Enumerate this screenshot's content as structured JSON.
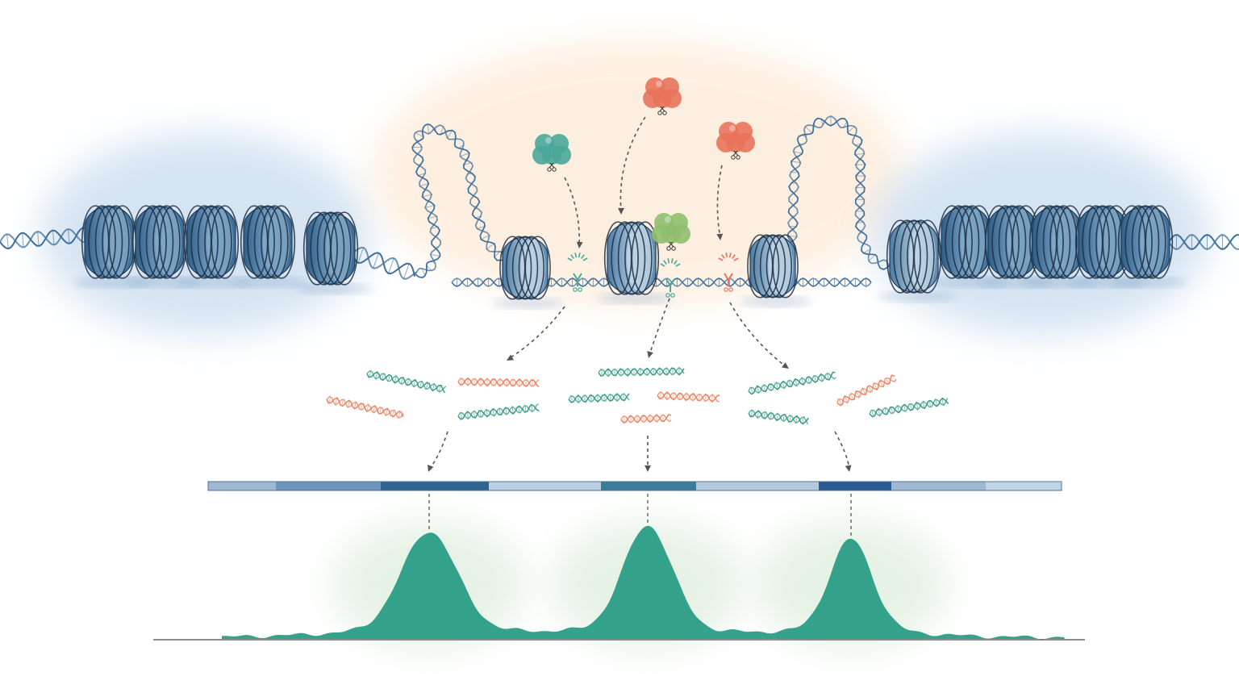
{
  "diagram": {
    "type": "chromatin-accessibility-illustration",
    "text_labels": [],
    "colors": {
      "background": "#ffffff",
      "nucleosome": "#5b86a8",
      "nucleosome_dark": "#3a648a",
      "dna": "#3f6f9a",
      "closed_chromatin_wash": "#c9dcee",
      "open_region_wash": "#fde9d4",
      "enzyme_green": "#4aa79a",
      "enzyme_orange": "#e8735a",
      "enzyme_lightgreen": "#8fbf6e",
      "fragment_green": "#3a9a88",
      "fragment_orange": "#e8825f",
      "peak_fill": "#2a9d86",
      "peak_halo": "#dfeede",
      "arrow": "#555555",
      "baseline": "#666666"
    },
    "icons": [
      "nucleosome-icon",
      "dna-helix-icon",
      "transposase-icon",
      "scissors-icon",
      "dna-fragment-icon",
      "arrow-icon"
    ],
    "closed_regions": [
      {
        "side": "left",
        "nucleosome_count": 5
      },
      {
        "side": "right",
        "nucleosome_count": 6
      }
    ],
    "open_region": {
      "nucleosome_count": 3,
      "dna_loops": 2
    },
    "enzymes": [
      {
        "color": "green"
      },
      {
        "color": "orange"
      },
      {
        "color": "lightgreen"
      },
      {
        "color": "orange"
      }
    ],
    "cut_sites": 3,
    "fragment_groups": [
      {
        "fragments": [
          "green",
          "orange",
          "orange",
          "green"
        ]
      },
      {
        "fragments": [
          "green",
          "green",
          "orange",
          "orange"
        ]
      },
      {
        "fragments": [
          "green",
          "green",
          "orange",
          "green"
        ]
      }
    ],
    "genome_track": {
      "segments": 9
    },
    "peaks": {
      "count": 3,
      "relative_heights": [
        0.95,
        1.0,
        0.88
      ]
    }
  }
}
